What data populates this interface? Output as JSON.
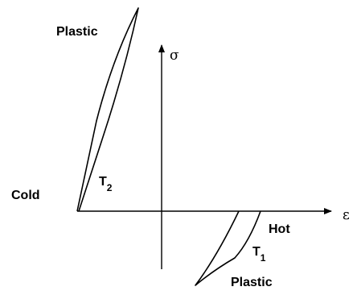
{
  "labels": {
    "plastic_top": "Plastic",
    "plastic_bottom": "Plastic",
    "cold": "Cold",
    "hot": "Hot",
    "t2_base": "T",
    "t2_sub": "2",
    "t1_base": "T",
    "t1_sub": "1",
    "sigma": "σ",
    "epsilon": "ε"
  },
  "colors": {
    "ink": "#000000",
    "background": "#ffffff"
  }
}
